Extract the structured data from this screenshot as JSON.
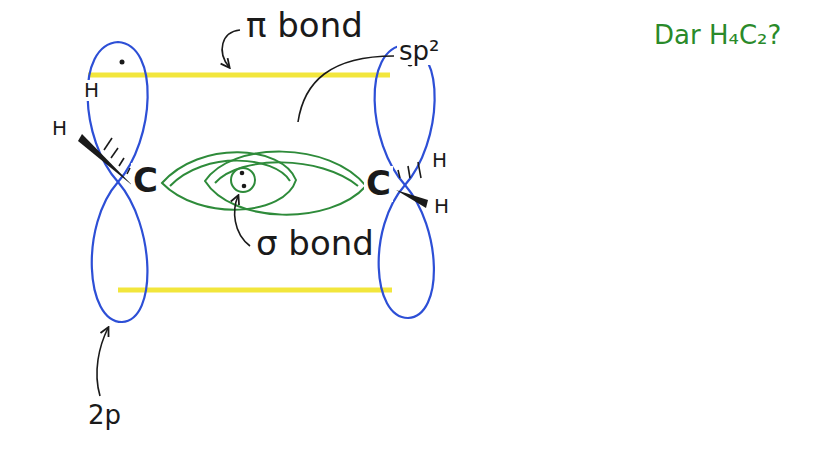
{
  "diagram": {
    "title": "Dar H₄C₂?",
    "labels": [
      "π bond",
      "sp²",
      "H",
      "H",
      "C",
      "C",
      "H",
      "H",
      "σ bond",
      "2p"
    ]
  }
}
